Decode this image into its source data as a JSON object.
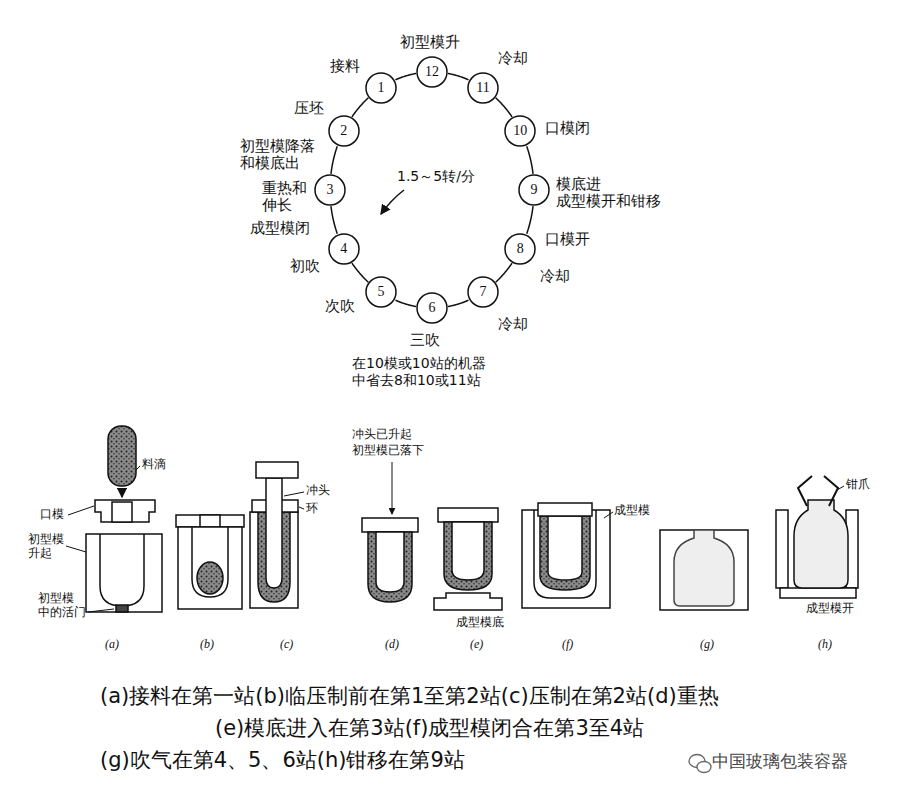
{
  "diagram": {
    "nodes": [
      {
        "text": [
          "1"
        ]
      },
      {
        "text": [
          "2"
        ]
      },
      {
        "text": [
          "3"
        ]
      },
      {
        "text": [
          "4"
        ]
      },
      {
        "text": [
          "5"
        ]
      },
      {
        "text": [
          "6"
        ]
      },
      {
        "text": [
          "7"
        ]
      },
      {
        "text": [
          "8"
        ]
      },
      {
        "text": [
          "9"
        ]
      },
      {
        "text": [
          "10"
        ]
      },
      {
        "text": [
          "11"
        ]
      },
      {
        "text": [
          "12"
        ]
      }
    ],
    "edges": [
      {
        "from": 0,
        "to": 1,
        "arrow": "none"
      },
      {
        "from": 1,
        "to": 2,
        "arrow": "none"
      },
      {
        "from": 2,
        "to": 3,
        "arrow": "none"
      },
      {
        "from": 3,
        "to": 4,
        "arrow": "none"
      },
      {
        "from": 4,
        "to": 5,
        "arrow": "none"
      },
      {
        "from": 5,
        "to": 6,
        "arrow": "none"
      },
      {
        "from": 6,
        "to": 7,
        "arrow": "none"
      },
      {
        "from": 7,
        "to": 8,
        "arrow": "none"
      },
      {
        "from": 8,
        "to": 9,
        "arrow": "none"
      },
      {
        "from": 9,
        "to": 10,
        "arrow": "none"
      },
      {
        "from": 10,
        "to": 11,
        "arrow": "none"
      },
      {
        "from": 11,
        "to": 0,
        "arrow": "none"
      }
    ],
    "labels": [
      "接料",
      "初型模升",
      "冷却",
      "口模闭",
      "模底进",
      "成型模开和钳移",
      "口模开",
      "冷却",
      "冷却",
      "三吹",
      "次吹",
      "初吹",
      "成型模闭",
      "重热和",
      "伸长",
      "初型模降落",
      "和模底出",
      "压坯",
      "1.5～5转/分",
      "在10模或10站的机器",
      "中省去8和10或11站",
      "料滴",
      "口模",
      "初型模",
      "升起",
      "初型模",
      "中的活门",
      "冲头",
      "环",
      "冲头已升起",
      "初型模已落下",
      "成型模底",
      "成型模",
      "钳爪",
      "成型模开",
      "(a)",
      "(b)",
      "(c)",
      "(d)",
      "(e)",
      "(f)",
      "(g)",
      "(h)",
      "(a)接料在第一站(b)临压制前在第1至第2站(c)压制在第2站(d)重热",
      "(e)模底进入在第3站(f)成型模闭合在第3至4站",
      "(g)吹气在第4、5、6站(h)钳移在第9站",
      "中国玻璃包装容器"
    ]
  }
}
